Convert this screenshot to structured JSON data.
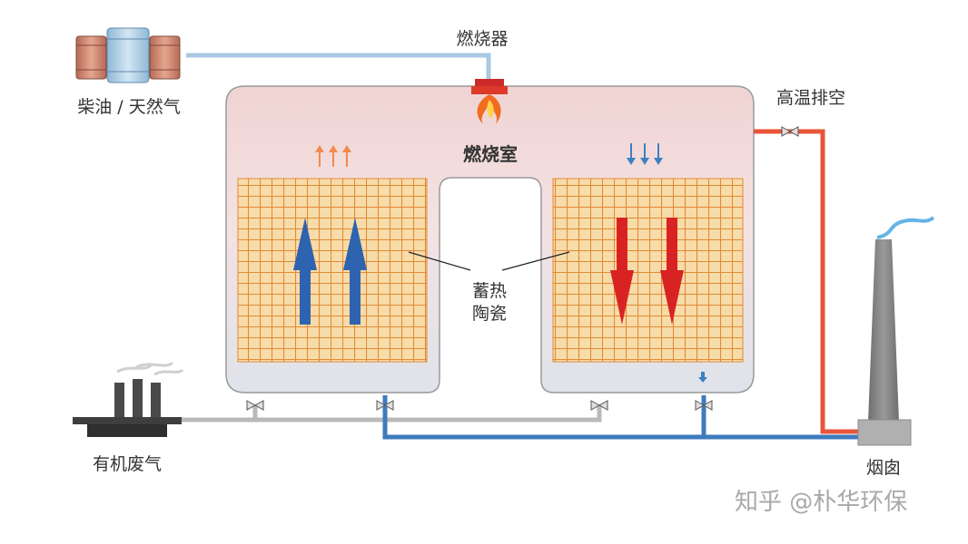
{
  "labels": {
    "burner": "燃烧器",
    "fuel": "柴油 / 天然气",
    "combustion_chamber": "燃烧室",
    "high_temp_exhaust": "高温排空",
    "ceramic_line1": "蓄热",
    "ceramic_line2": "陶瓷",
    "organic_waste_gas": "有机废气",
    "chimney": "烟囱"
  },
  "watermark": "知乎 @朴华环保",
  "colors": {
    "chamber_fill": "#f3dada",
    "chamber_stroke": "#9a9a9a",
    "ceramic_fill": "#f5d7a3",
    "ceramic_grid": "#e08d33",
    "hot_flow": "#d92323",
    "cold_flow": "#2e63b0",
    "exhaust_pipe": "#e8553a",
    "outlet_pipe": "#3d7bbd",
    "inlet_pipe": "#b9b9b9",
    "fuel_pipe": "#a9c9e3"
  }
}
